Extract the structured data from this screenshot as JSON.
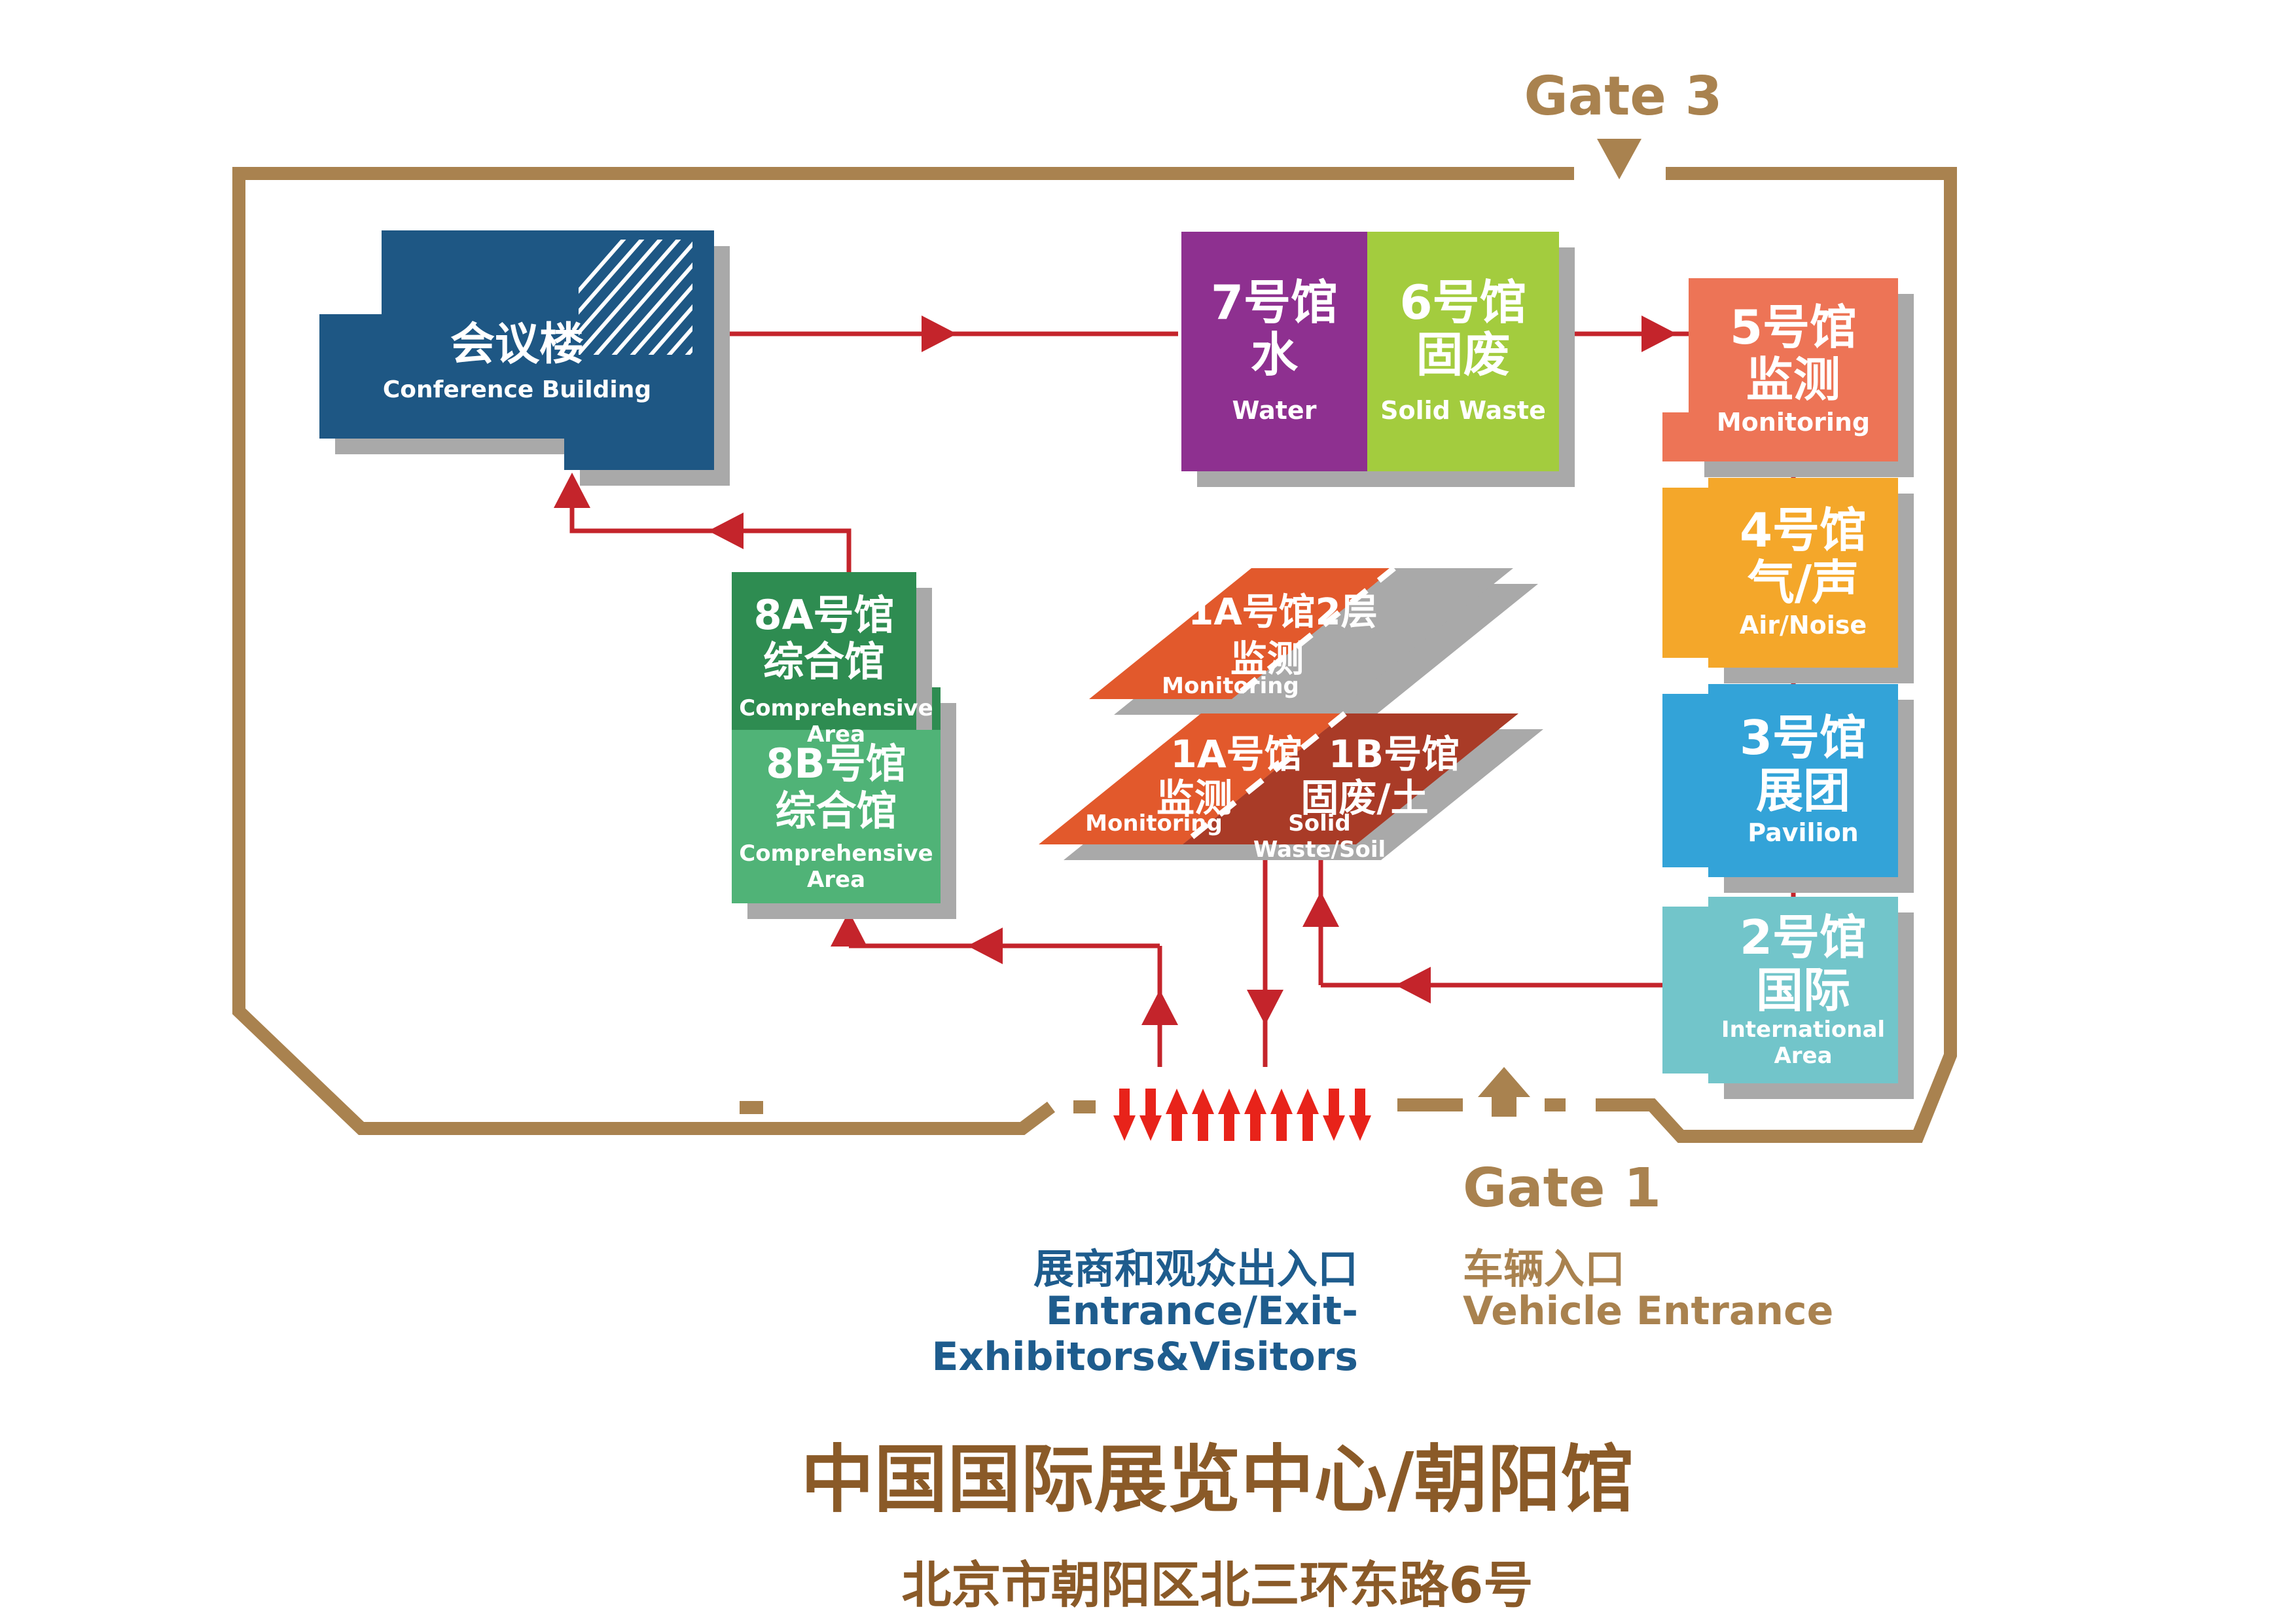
{
  "gates": {
    "gate3_label": "Gate 3",
    "gate1_label": "Gate 1"
  },
  "halls": {
    "conference": {
      "zh": "会议楼",
      "en": "Conference Building",
      "color": "#1E5784"
    },
    "h7": {
      "zh1": "7号馆",
      "zh2": "水",
      "en": "Water",
      "color": "#8E3090"
    },
    "h6": {
      "zh1": "6号馆",
      "zh2": "固废",
      "en": "Solid Waste",
      "color": "#A3CC3E"
    },
    "h5": {
      "zh1": "5号馆",
      "zh2": "监测",
      "en": "Monitoring",
      "color": "#ED7456"
    },
    "h4": {
      "zh1": "4号馆",
      "zh2": "气/声",
      "en": "Air/Noise",
      "color": "#F4A72A"
    },
    "h3": {
      "zh1": "3号馆",
      "zh2": "展团",
      "en": "Pavilion",
      "color": "#33A3D8"
    },
    "h2": {
      "zh1": "2号馆",
      "zh2": "国际",
      "en": "International Area",
      "color": "#72C5CA"
    },
    "h8a": {
      "zh1": "8A号馆",
      "zh2": "综合馆",
      "en": "Comprehensive Area",
      "color": "#2E8C51"
    },
    "h8b": {
      "zh1": "8B号馆",
      "zh2": "综合馆",
      "en": "Comprehensive Area",
      "color": "#50B377"
    },
    "h1a2f": {
      "zh1": "1A号馆2层",
      "zh2": "监测",
      "en": "Monitoring",
      "color": "#E2592C"
    },
    "h1a": {
      "zh1": "1A号馆",
      "zh2": "监测",
      "en": "Monitoring",
      "color": "#E2592C"
    },
    "h1b": {
      "zh1": "1B号馆",
      "zh2": "固废/土",
      "en": "Solid Waste/Soil",
      "color": "#A93B27"
    }
  },
  "entrances": {
    "visitor_zh": "展商和观众出入口",
    "visitor_en": "Entrance/Exit-Exhibitors&Visitors",
    "vehicle_zh": "车辆入口",
    "vehicle_en": "Vehicle Entrance",
    "flow_arrows_pattern": [
      "down",
      "down",
      "up",
      "up",
      "up",
      "up",
      "up",
      "up",
      "down",
      "down"
    ]
  },
  "footer": {
    "title": "中国国际展览中心/朝阳馆",
    "subtitle": "北京市朝阳区北三环东路6号"
  },
  "colors": {
    "wall_brown": "#A9824F",
    "route_red": "#C4242B",
    "entrance_arrow_red": "#E8231A",
    "shadow_gray": "#A9A9A9",
    "title_brown": "#8A5A28",
    "entrance_text_blue": "#1E5C8D"
  }
}
